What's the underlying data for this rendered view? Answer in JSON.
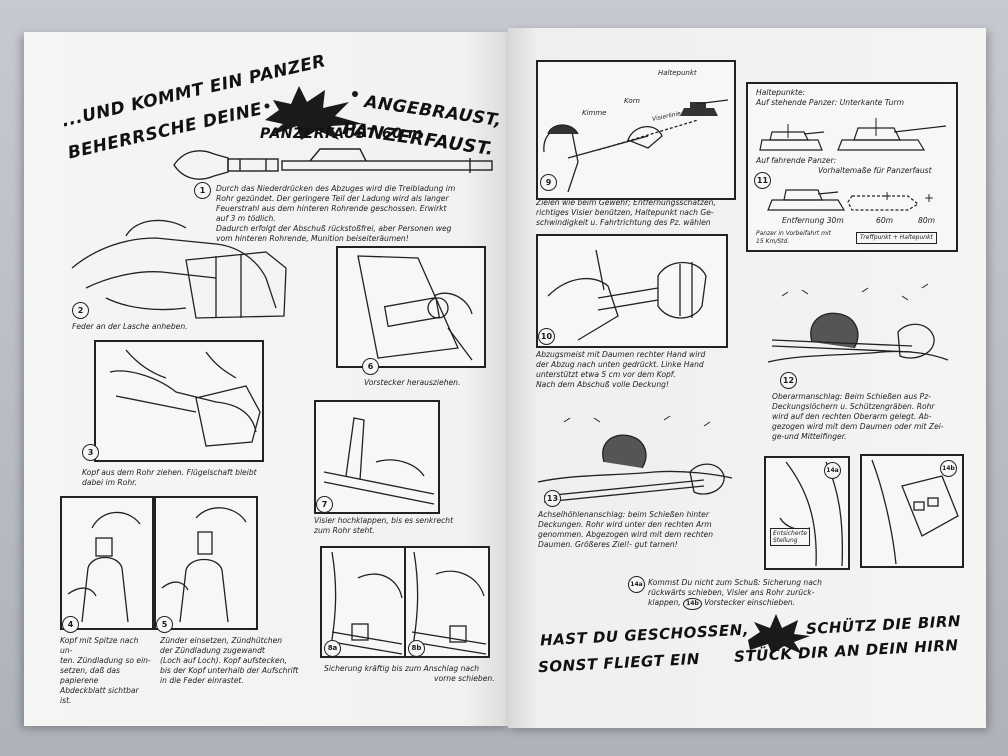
{
  "left_page": {
    "headline_1": "...UND KOMMT EIN PANZER",
    "headline_2": "BEHERRSCHE DEINE",
    "headline_3": "ANGEBRAUST,",
    "headline_4": "PANZERFAUST.",
    "subtitle": "PANZERFAUST 60 m",
    "steps": [
      {
        "number": "1",
        "text_lines": [
          "Durch das Niederdrücken des Abzuges wird die Treibladung im",
          "Rohr gezündet. Der geringere Teil der Ladung wird als langer",
          "Feuerstrahl aus dem hinteren Rohrende geschossen. Erwirkt",
          "auf 3 m tödlich.",
          "Dadurch erfolgt der Abschuß rückstoßfrei, aber Personen weg",
          "vom hinteren Rohrende, Munition beiseiteräumen!"
        ]
      },
      {
        "number": "2",
        "text_lines": [
          "Feder an der Lasche anheben."
        ]
      },
      {
        "number": "3",
        "text_lines": [
          "Kopf aus dem Rohr ziehen. Flügelschaft bleibt",
          "dabei im Rohr."
        ]
      },
      {
        "number": "4",
        "text_lines": [
          "Kopf mit Spitze nach un-",
          "ten. Zündladung so ein-",
          "setzen, daß das papierene",
          "Abdeckblatt sichtbar ist."
        ]
      },
      {
        "number": "5",
        "text_lines": [
          "Zünder einsetzen, Zündhütchen",
          "der Zündladung zugewandt",
          "(Loch auf Loch). Kopf aufstecken,",
          "bis der Kopf unterhalb der Aufschrift",
          "in die Feder einrastet."
        ]
      },
      {
        "number": "6",
        "text_lines": [
          "Vorstecker herausziehen."
        ]
      },
      {
        "number": "7",
        "text_lines": [
          "Visier hochklappen, bis es senkrecht",
          "zum Rohr steht."
        ]
      },
      {
        "number": "8a",
        "text_lines": []
      },
      {
        "number": "8b",
        "text_lines": [
          "Sicherung kräftig bis zum Anschlag nach",
          "vorne schieben."
        ]
      }
    ]
  },
  "right_page": {
    "steps": [
      {
        "number": "9",
        "text_lines": [
          "Zielen wie beim Gewehr; Entfernungsschätzen,",
          "richtiges Visier benützen, Haltepunkt nach Ge-",
          "schwindigkeit u. Fahrtrichtung des Pz. wählen"
        ]
      },
      {
        "number": "10",
        "text_lines": [
          "Abzugsmeist mit Daumen rechter Hand wird",
          "der Abzug nach unten gedrückt. Linke Hand",
          "unterstützt etwa 5 cm vor dem Kopf.",
          "Nach dem Abschuß volle Deckung!"
        ]
      },
      {
        "number": "11",
        "text_lines": []
      },
      {
        "number": "12",
        "text_lines": [
          "Oberarmanschlag: Beim Schießen aus Pz-",
          "Deckungslöchern u. Schützengräben. Rohr",
          "wird auf den rechten Oberarm gelegt. Ab-",
          "gezogen wird mit dem Daumen oder mit Zei-",
          "ge-und Mittelfinger."
        ]
      },
      {
        "number": "13",
        "text_lines": [
          "Achselhöhlenanschlag: beim Schießen hinter",
          "Deckungen. Rohr wird unter den rechten Arm",
          "genommen. Abgezogen wird mit dem rechten",
          "Daumen. Größeres Ziel!- gut tarnen!"
        ]
      },
      {
        "number": "14a",
        "text_lines": []
      },
      {
        "number": "14b",
        "text_lines": []
      }
    ],
    "aim_labels": {
      "haltepunkt": "Haltepunkt",
      "kimme": "Kimme",
      "korn": "Korn",
      "visier": "Visierlinie"
    },
    "haltepunkte": {
      "title": "Haltepunkte:",
      "stehend": "Auf stehende Panzer: Unterkante Turm",
      "fahrend": "Auf fahrende Panzer:",
      "vorhalte": "Vorhaltemaße für Panzerfaust",
      "entfernung": "Entfernung 30m",
      "d60": "60m",
      "d80": "80m",
      "footnote_1": "Panzer in Vorbeifahrt mit",
      "footnote_2": "15 Km/Std.",
      "legend": "Treffpunkt + Haltepunkt"
    },
    "tag_text_1": "Entsicherte",
    "tag_text_2": "Stellung",
    "footer_note_14a_number": "14a",
    "footer_note_14a": "Kommst Du nicht zum Schuß: Sicherung nach",
    "footer_note_14a_2": "rückwärts schieben, Visier ans Rohr zurück-",
    "footer_note_14a_3": "klappen,",
    "footer_note_14b_number": "14b",
    "footer_note_14b": "Vorstecker einschieben.",
    "slogan_1a": "HAST DU GESCHOSSEN,",
    "slogan_1b": "SCHÜTZ DIE BIRN",
    "slogan_2a": "SONST FLIEGT EIN",
    "slogan_2b": "STÜCK DIR AN DEIN HIRN"
  }
}
